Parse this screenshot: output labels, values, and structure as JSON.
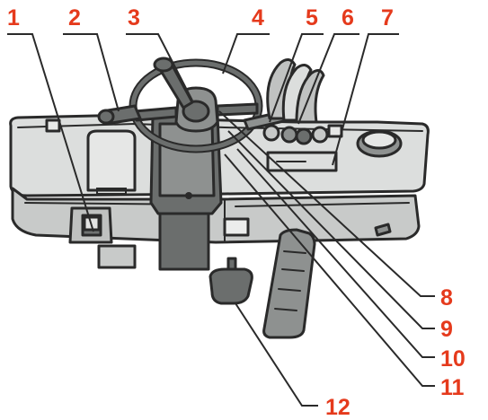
{
  "diagram": {
    "callouts": [
      "1",
      "2",
      "3",
      "4",
      "5",
      "6",
      "7",
      "8",
      "9",
      "10",
      "11",
      "12"
    ]
  },
  "colors": {
    "callout": "#e53a1c",
    "ink": "#2a2a2a",
    "dash_light": "#dcdedd",
    "dash_mid": "#c7c9c8",
    "dash_dark": "#8e9190",
    "column": "#6b6e6d"
  }
}
